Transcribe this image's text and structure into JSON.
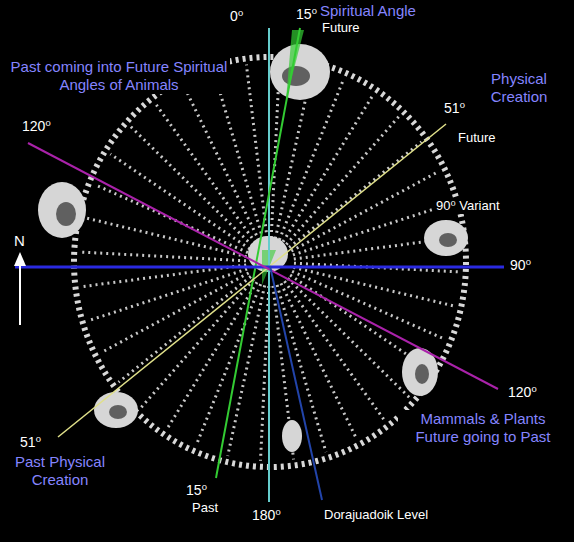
{
  "diagram": {
    "labels": [
      "Spiritual Angle",
      "0⁰",
      "15⁰",
      "Future",
      "Past coming into Future Spiritual Angles of Animals",
      "Physical Creation",
      "120⁰",
      "51⁰",
      "Future",
      "90⁰ Variant",
      "N",
      "90⁰",
      "120⁰",
      "Mammals & Plants Future going to Past",
      "51⁰",
      "Past Physical Creation",
      "15⁰",
      "Past",
      "180⁰",
      "Dorajuadoik Level"
    ]
  }
}
